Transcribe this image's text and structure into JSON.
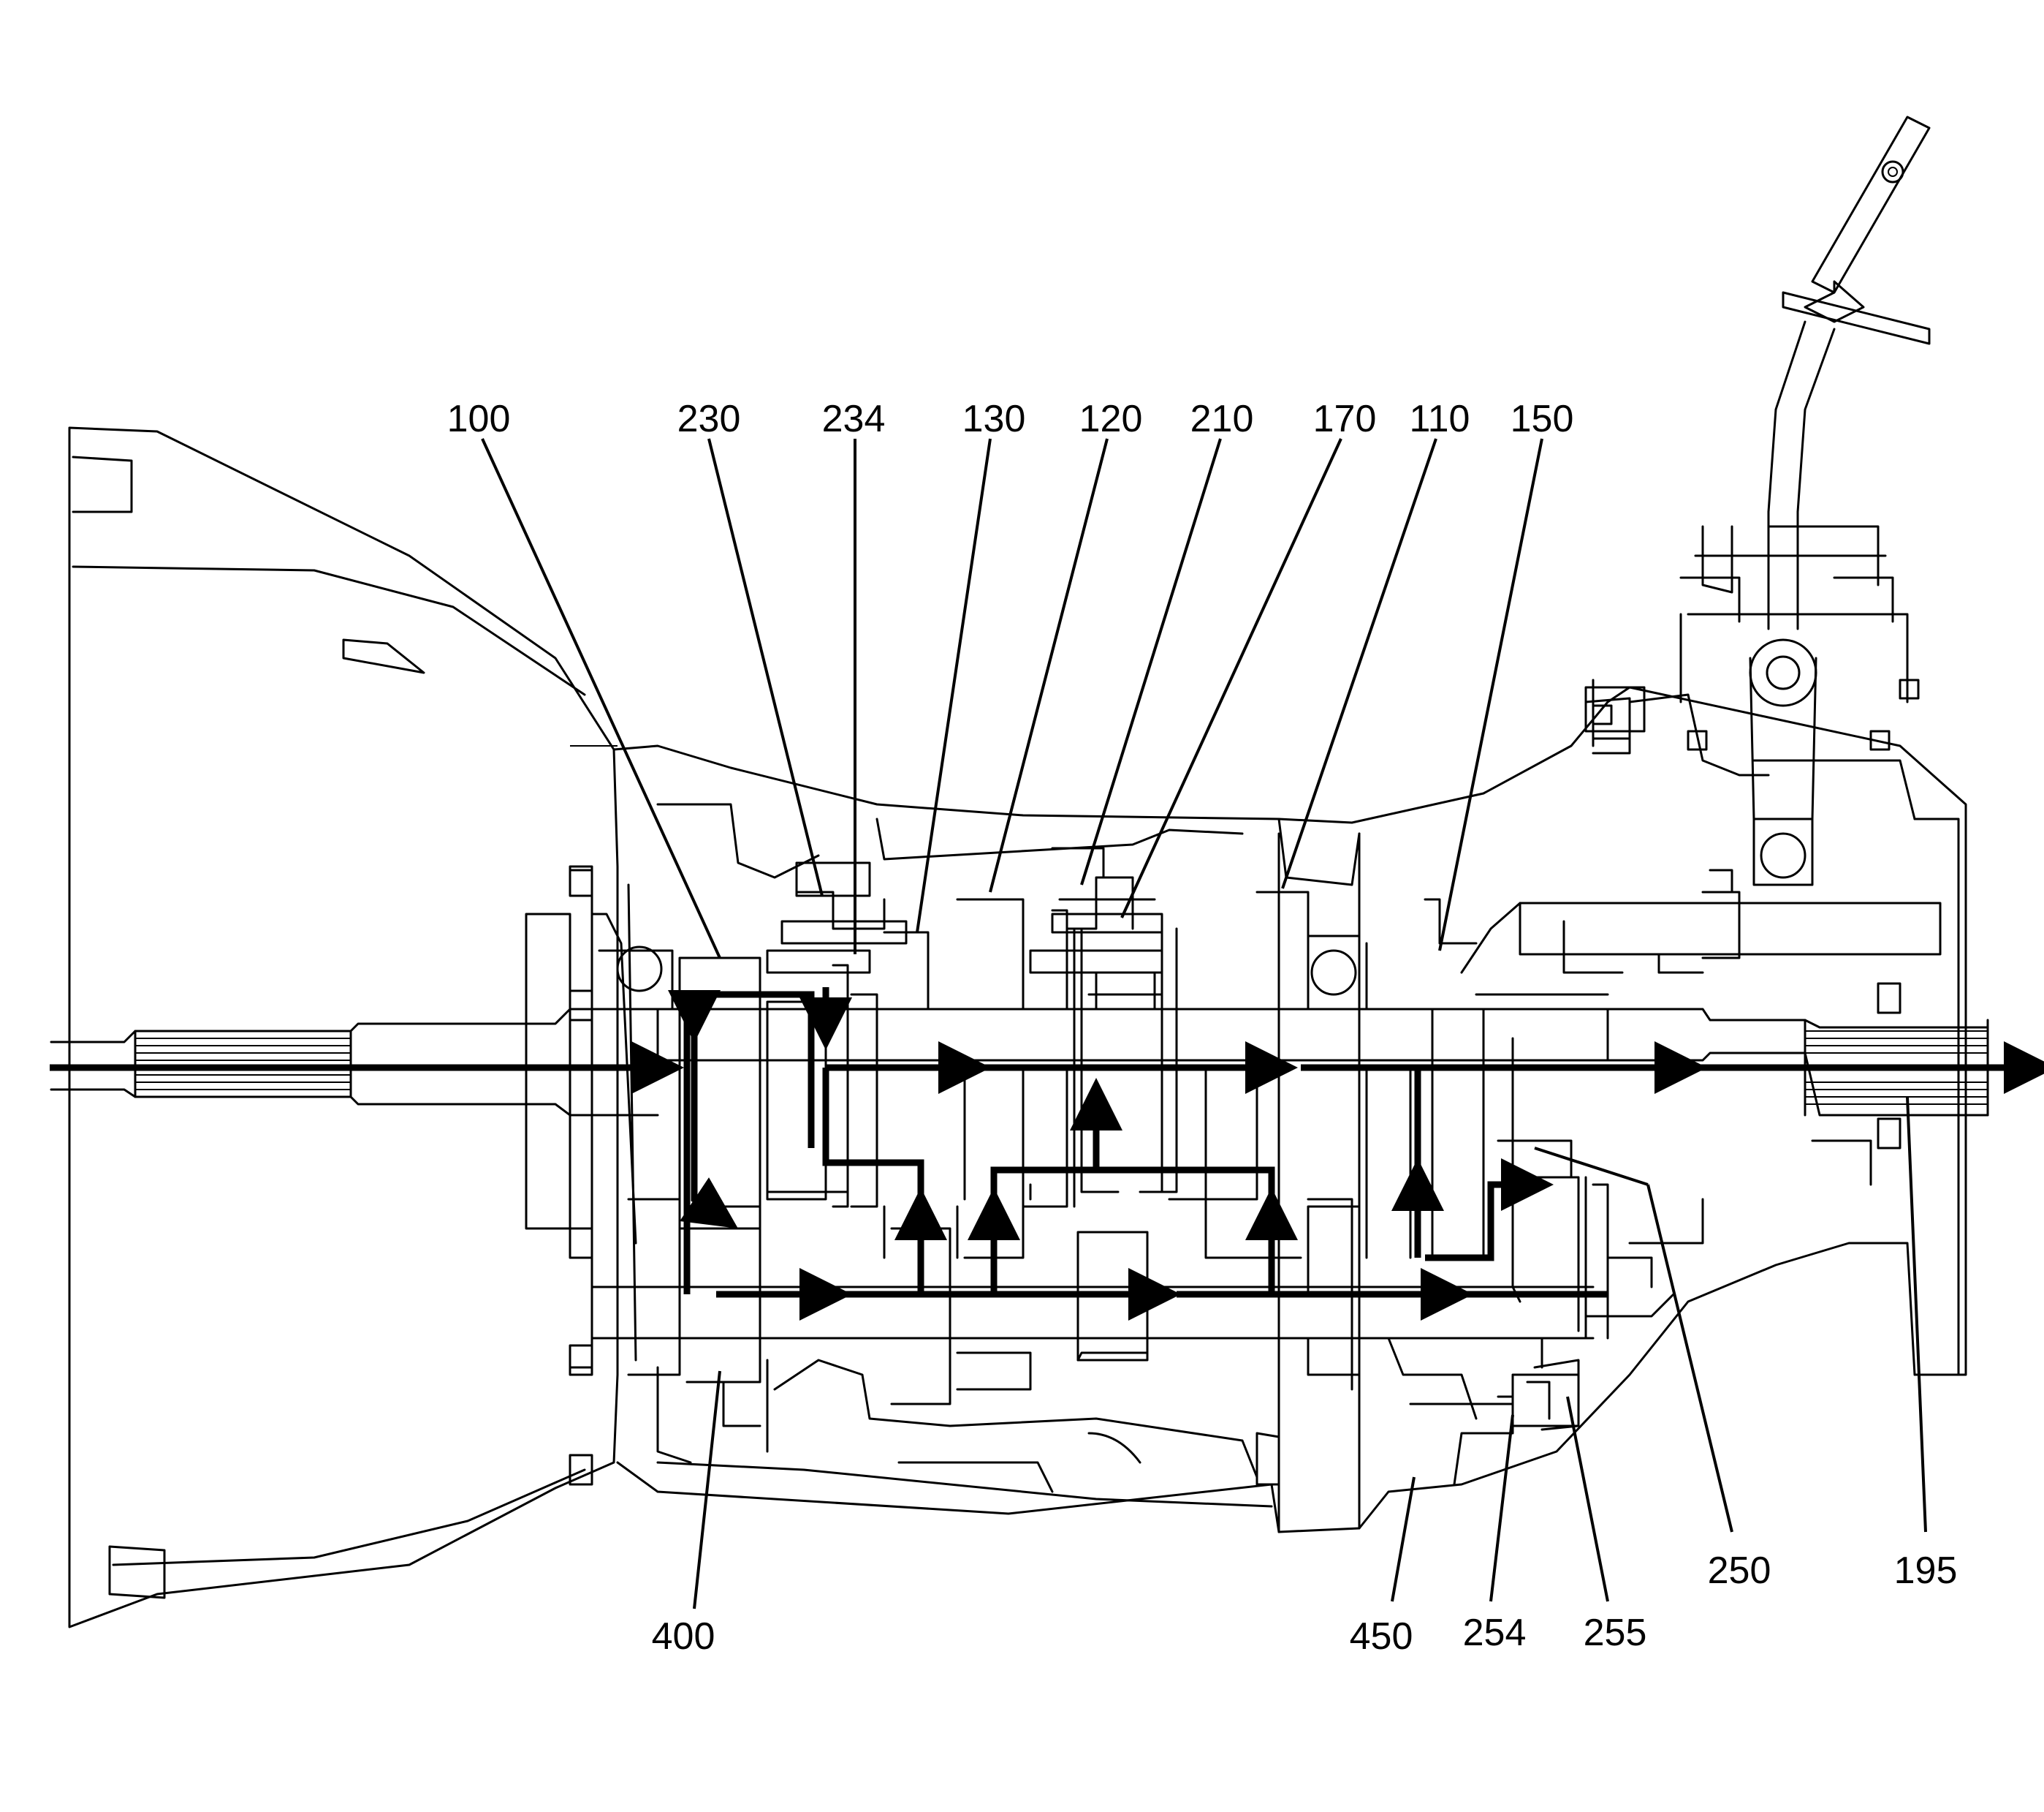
{
  "figure": {
    "colors": {
      "ink": "#000000",
      "paper": "#ffffff"
    }
  },
  "callouts": {
    "top": [
      {
        "label": "100"
      },
      {
        "label": "230"
      },
      {
        "label": "234"
      },
      {
        "label": "130"
      },
      {
        "label": "120"
      },
      {
        "label": "210"
      },
      {
        "label": "170"
      },
      {
        "label": "110"
      },
      {
        "label": "150"
      }
    ],
    "bottom": [
      {
        "label": "400"
      },
      {
        "label": "450"
      },
      {
        "label": "254"
      },
      {
        "label": "255"
      },
      {
        "label": "250"
      },
      {
        "label": "195"
      }
    ]
  }
}
